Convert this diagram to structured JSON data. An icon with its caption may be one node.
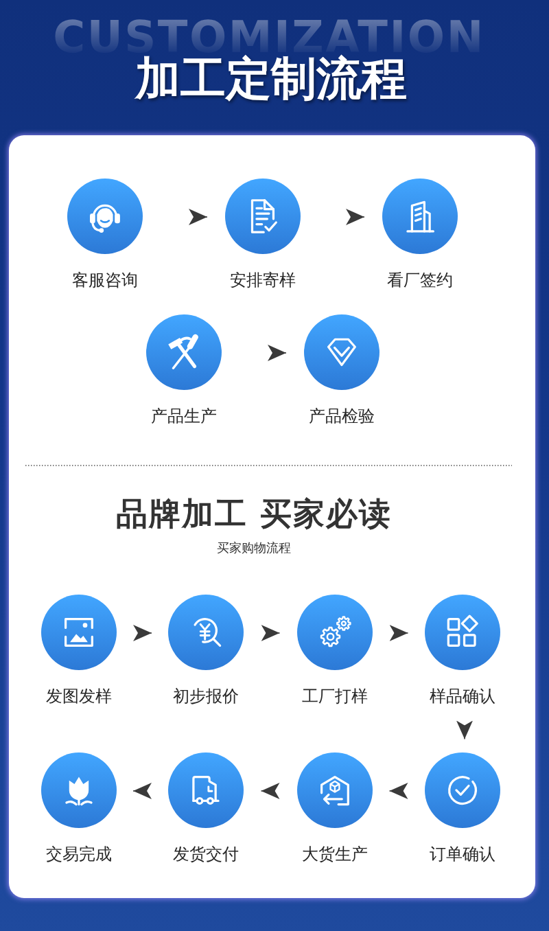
{
  "diagram": {
    "title": "加工定制流程",
    "nodes": [
      {
        "text": [
          "客服咨询"
        ]
      },
      {
        "text": [
          "安排寄样"
        ]
      },
      {
        "text": [
          "看厂签约"
        ]
      },
      {
        "text": [
          "产品生产"
        ]
      },
      {
        "text": [
          "产品检验"
        ]
      },
      {
        "text": [
          "发图发样"
        ]
      },
      {
        "text": [
          "初步报价"
        ]
      },
      {
        "text": [
          "工厂打样"
        ]
      },
      {
        "text": [
          "样品确认"
        ]
      },
      {
        "text": [
          "交易完成"
        ]
      },
      {
        "text": [
          "发货交付"
        ]
      },
      {
        "text": [
          "大货生产"
        ]
      },
      {
        "text": [
          "订单确认"
        ]
      }
    ],
    "edges": [
      {
        "from": 0,
        "to": 1,
        "arrow": "to"
      },
      {
        "from": 1,
        "to": 2,
        "arrow": "to"
      },
      {
        "from": 3,
        "to": 4,
        "arrow": "to"
      },
      {
        "from": 5,
        "to": 6,
        "arrow": "to"
      },
      {
        "from": 6,
        "to": 7,
        "arrow": "to"
      },
      {
        "from": 7,
        "to": 8,
        "arrow": "to"
      },
      {
        "from": 8,
        "to": 12,
        "arrow": "to"
      },
      {
        "from": 12,
        "to": 11,
        "arrow": "to"
      },
      {
        "from": 11,
        "to": 10,
        "arrow": "to"
      },
      {
        "from": 10,
        "to": 9,
        "arrow": "to"
      }
    ],
    "labels": [
      "CUSTOMIZATION",
      "品牌加工 买家必读",
      "买家购物流程"
    ]
  }
}
